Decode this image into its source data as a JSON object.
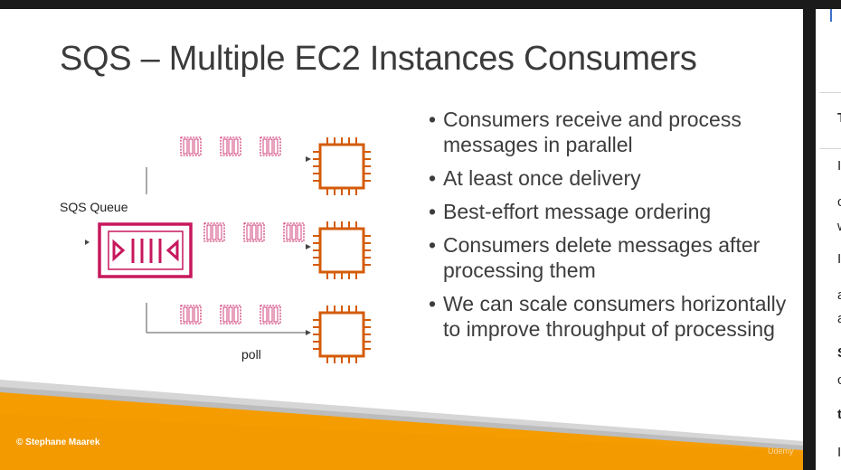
{
  "slide": {
    "title": "SQS – Multiple EC2 Instances Consumers",
    "bullets": [
      {
        "dot": "•",
        "text": "Consumers receive and process messages in parallel"
      },
      {
        "dot": "•",
        "text": "At least once delivery"
      },
      {
        "dot": "•",
        "text": "Best-effort message ordering"
      },
      {
        "dot": "•",
        "text": "Consumers delete messages after processing them"
      },
      {
        "dot": "•",
        "text": "We can scale consumers horizontally to improve throughput of processing"
      }
    ],
    "diagram": {
      "queue_label": "SQS Queue",
      "poll_label": "poll",
      "queue_color": "#c7185d",
      "ec2_color": "#d45b07",
      "message_color": "#c7185d"
    },
    "footer": {
      "copyright": "© Stephane Maarek",
      "watermark": "Udemy",
      "orange": "#f59c00"
    }
  },
  "right_panel": {
    "chars": [
      "T",
      "I",
      "c",
      "w",
      "I",
      "a",
      "a",
      "S",
      "c",
      "t",
      "I"
    ]
  }
}
